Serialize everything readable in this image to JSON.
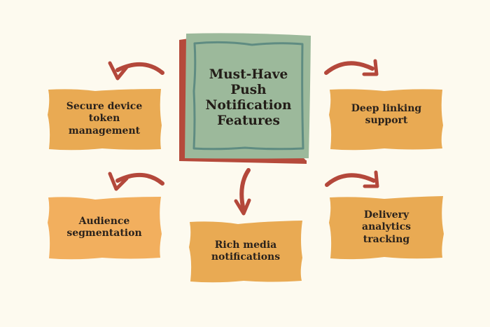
{
  "title": "Must-Have Push Notification Features",
  "features": [
    {
      "id": "secure-device-token",
      "label": "Secure device token management"
    },
    {
      "id": "deep-linking",
      "label": "Deep linking support"
    },
    {
      "id": "audience-segmentation",
      "label": "Audience segmentation"
    },
    {
      "id": "rich-media",
      "label": "Rich media notifications"
    },
    {
      "id": "delivery-analytics",
      "label": "Delivery analytics tracking"
    }
  ],
  "colors": {
    "background": "#FDFAEF",
    "box": "#E9AA53",
    "box_alt": "#F2AF5E",
    "center": "#9CB99B",
    "center_border": "#5F8C82",
    "shadow": "#B54A3B",
    "arrow": "#B4483B",
    "text": "#2A221C"
  }
}
